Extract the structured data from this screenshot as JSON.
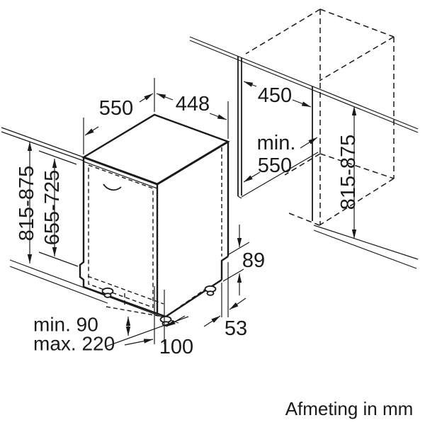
{
  "diagram": {
    "caption": "Afmeting in mm",
    "unit": "mm",
    "appliance": {
      "depth_top": "550",
      "width_top": "448",
      "height_range": "815-875",
      "door_panel_height_range": "655-725",
      "rear_base_height": "89",
      "rear_foot_offset": "53",
      "plinth_min": "min. 90",
      "plinth_max": "max. 220",
      "front_foot_offset": "100"
    },
    "niche": {
      "width": "450",
      "depth_min_line1": "min.",
      "depth_min_line2": "550",
      "height_range": "815-875"
    },
    "colors": {
      "line": "#1a1a1a",
      "background": "#ffffff"
    }
  }
}
